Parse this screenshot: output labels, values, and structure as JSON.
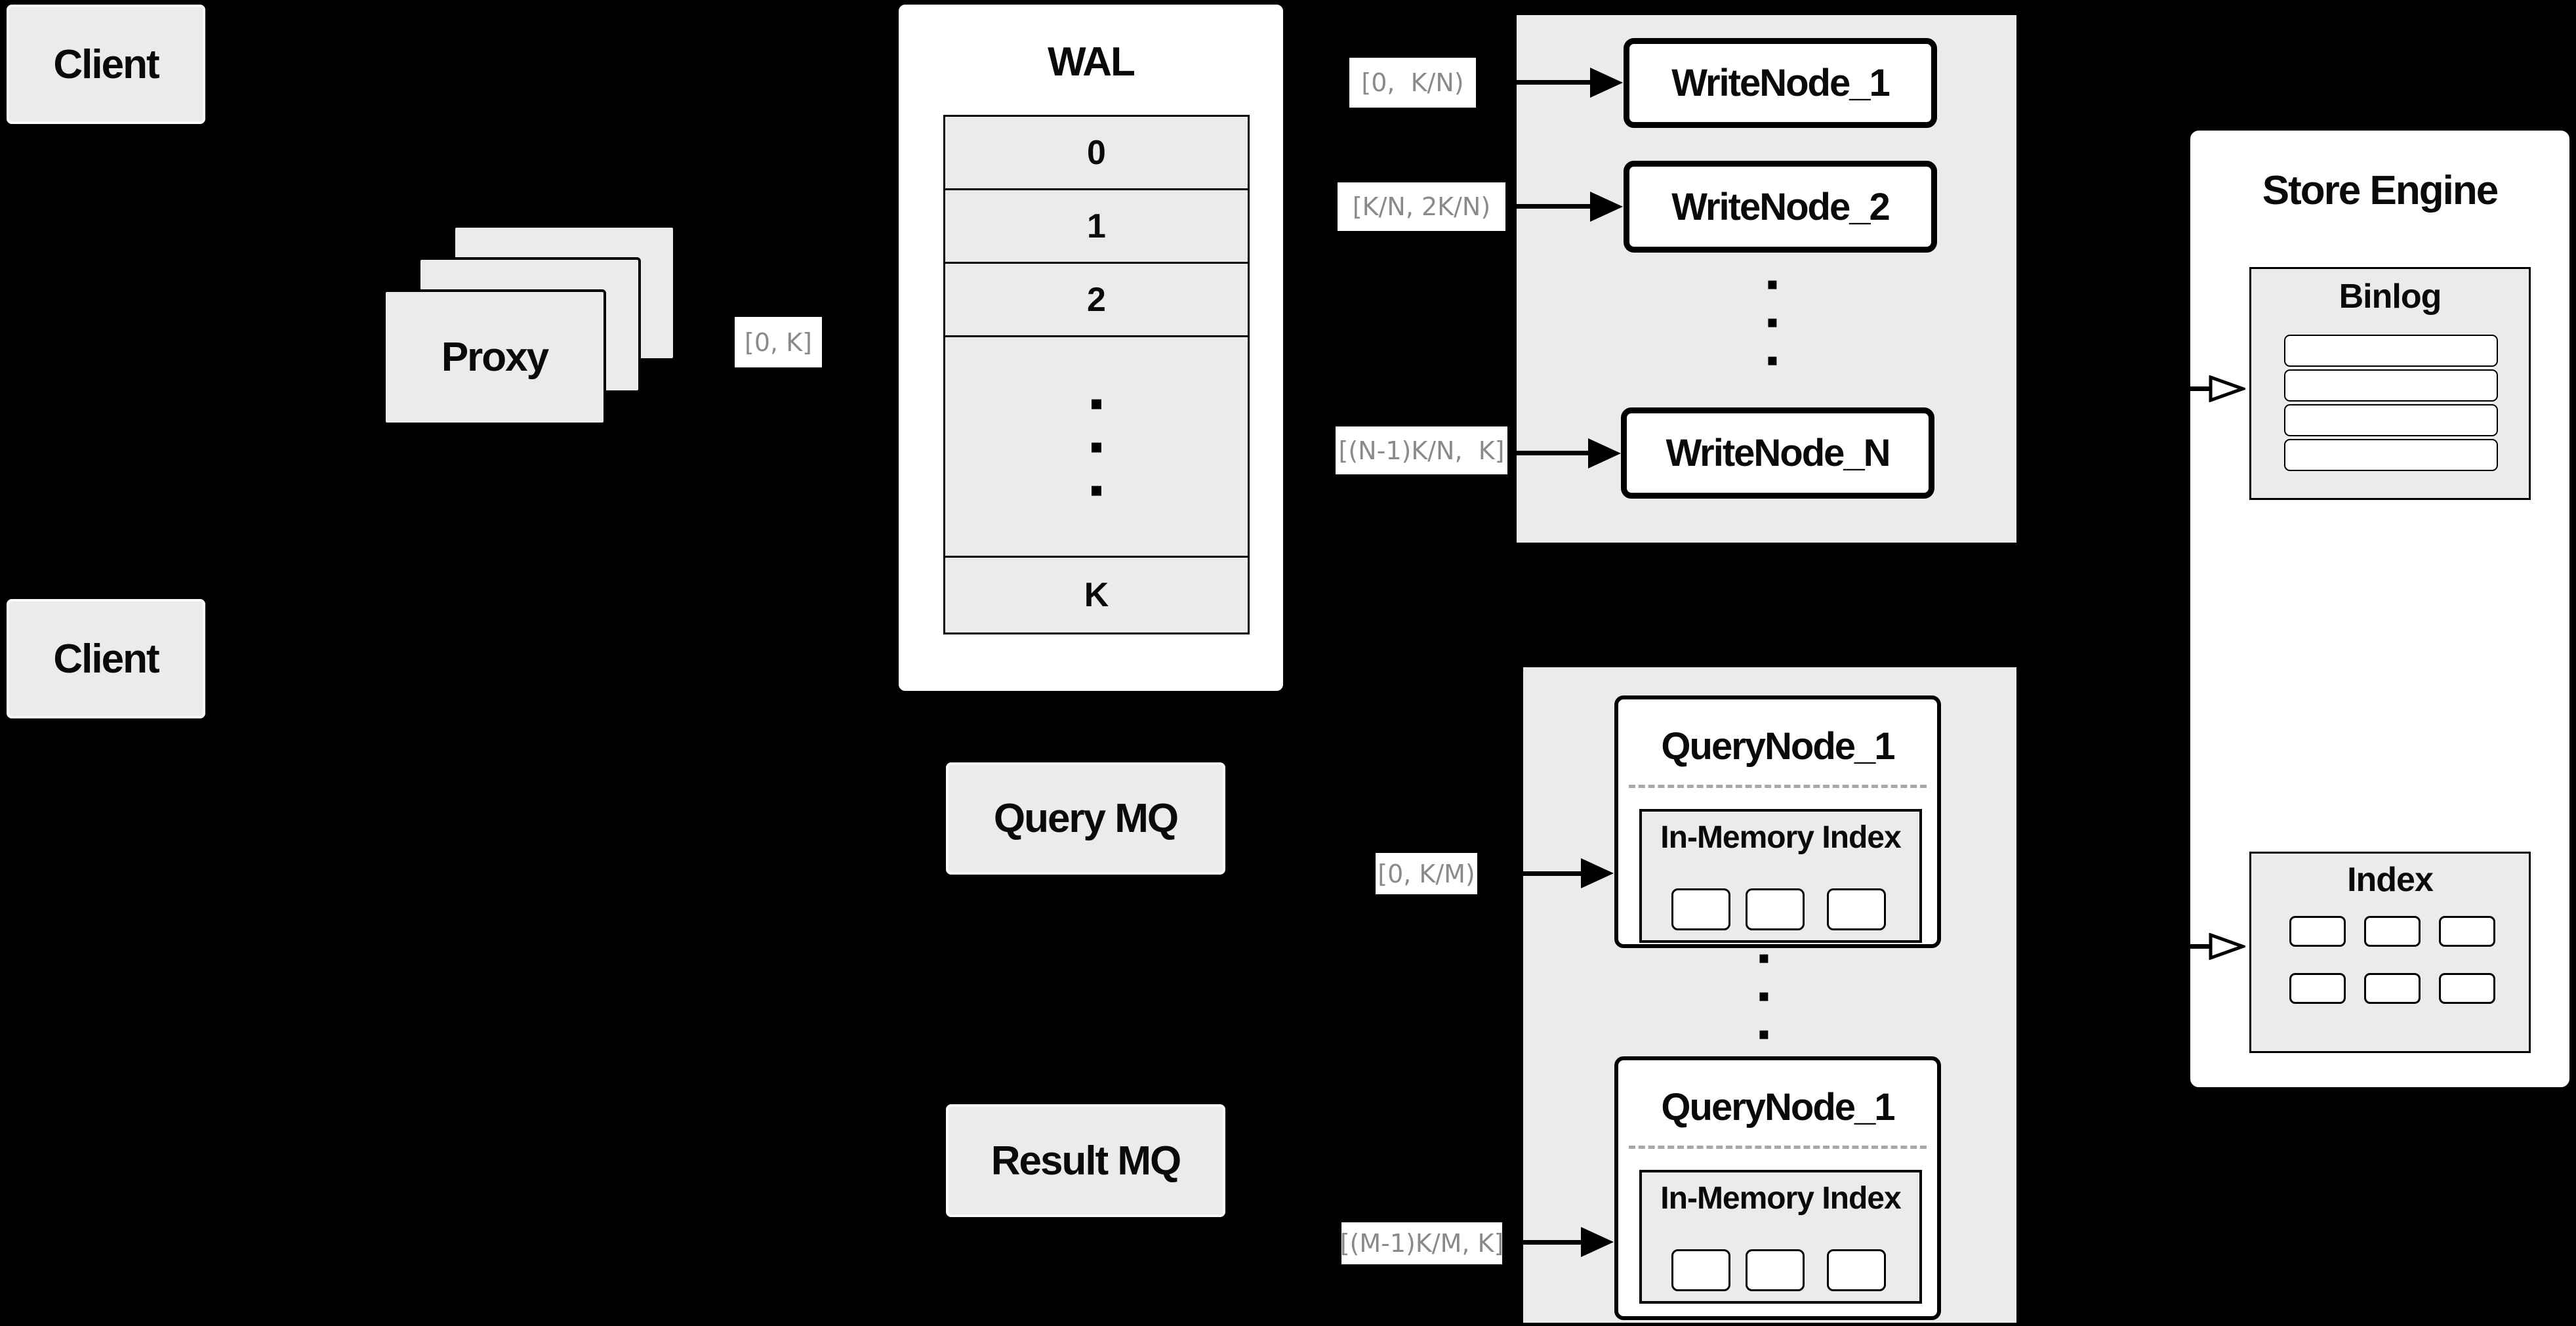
{
  "colors": {
    "background": "#000000",
    "card_fill": "#ebebeb",
    "node_fill": "#ffffff",
    "line": "#000000",
    "range_label_text": "#8a8a8a",
    "dashed_divider": "#a8a8a8"
  },
  "glyphs": {
    "dot": "▪"
  },
  "clients": {
    "top": "Client",
    "bottom": "Client"
  },
  "proxy": {
    "label": "Proxy",
    "range_out": "[0, K]"
  },
  "wal": {
    "title": "WAL",
    "rows": [
      "0",
      "1",
      "2"
    ],
    "last_row": "K"
  },
  "write_group": {
    "nodes": [
      "WriteNode_1",
      "WriteNode_2",
      "WriteNode_N"
    ],
    "ranges": [
      "[0,  K/N)",
      "[K/N, 2K/N)",
      "[(N-1)K/N,  K]"
    ]
  },
  "mq": {
    "query": "Query MQ",
    "result": "Result MQ"
  },
  "query_group": {
    "node_1_title": "QueryNode_1",
    "node_2_title": "QueryNode_1",
    "inner_title": "In-Memory Index",
    "ranges": [
      "[0, K/M)",
      "[(M-1)K/M, K]"
    ]
  },
  "store_engine": {
    "title": "Store Engine",
    "binlog_title": "Binlog",
    "index_title": "Index"
  }
}
